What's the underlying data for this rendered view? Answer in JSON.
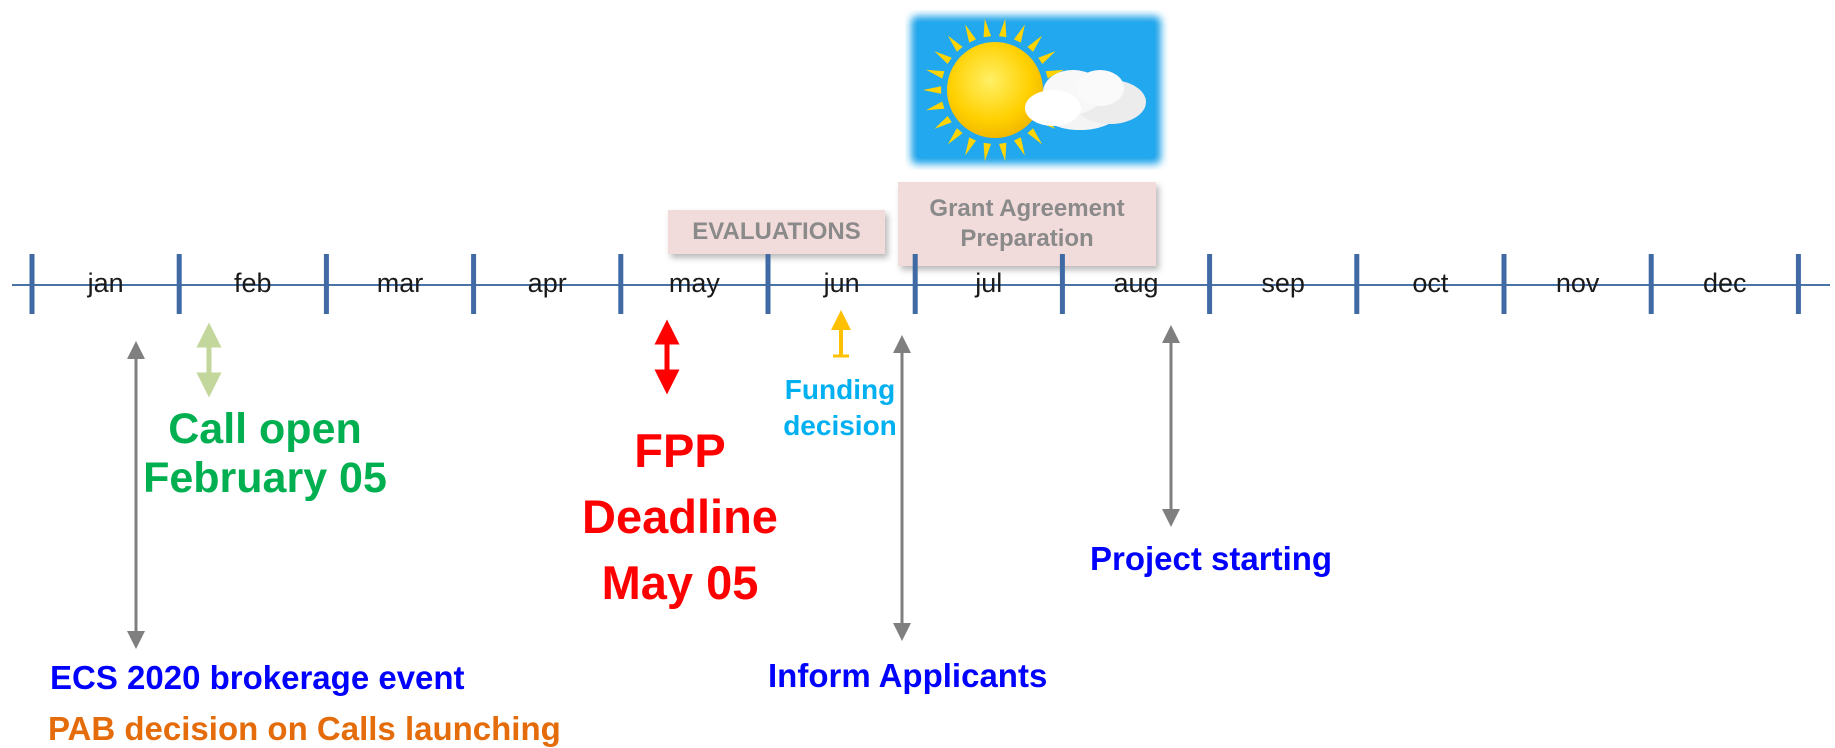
{
  "timeline": {
    "months": [
      "jan",
      "feb",
      "mar",
      "apr",
      "may",
      "jun",
      "jul",
      "aug",
      "sep",
      "oct",
      "nov",
      "dec"
    ]
  },
  "callouts": {
    "evaluations": "EVALUATIONS",
    "grant_line1": "Grant Agreement",
    "grant_line2": "Preparation"
  },
  "events": {
    "call_open_line1": "Call open",
    "call_open_line2": "February 05",
    "fpp_line1": "FPP",
    "fpp_line2": "Deadline",
    "fpp_line3": "May 05",
    "funding_line1": "Funding",
    "funding_line2": "decision",
    "project_starting": "Project starting",
    "inform_applicants": "Inform Applicants",
    "ecs_brokerage": "ECS 2020 brokerage event",
    "pab_decision": "PAB decision on Calls launching"
  },
  "colors": {
    "axis": "#4a74a8",
    "tick": "#3f6aa4",
    "call_open": "#00b050",
    "fpp": "#ff0000",
    "funding": "#00b0f0",
    "blue_text": "#0000ff",
    "orange_text": "#e46c0a",
    "gray_arrow": "#7f7f7f",
    "green_arrow": "#c3d69b",
    "yellow_arrow": "#ffc000",
    "callout_bg": "#f2dcdb",
    "sky": "#1fa3e8",
    "sun": "#ffd700"
  },
  "icons": {
    "weather": "sun-cloud-icon"
  }
}
